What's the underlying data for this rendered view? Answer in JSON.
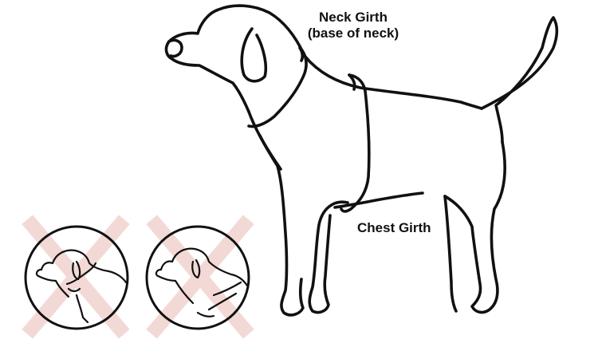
{
  "labels": {
    "neck_girth": "Neck Girth",
    "neck_girth_note": "(base of neck)",
    "chest_girth": "Chest Girth"
  },
  "colors": {
    "outline": "#111111",
    "cross_mark": "#f3d9d6",
    "background": "#ffffff"
  },
  "icons": {
    "wrong_fit_1": "cross-icon",
    "wrong_fit_2": "cross-icon"
  }
}
